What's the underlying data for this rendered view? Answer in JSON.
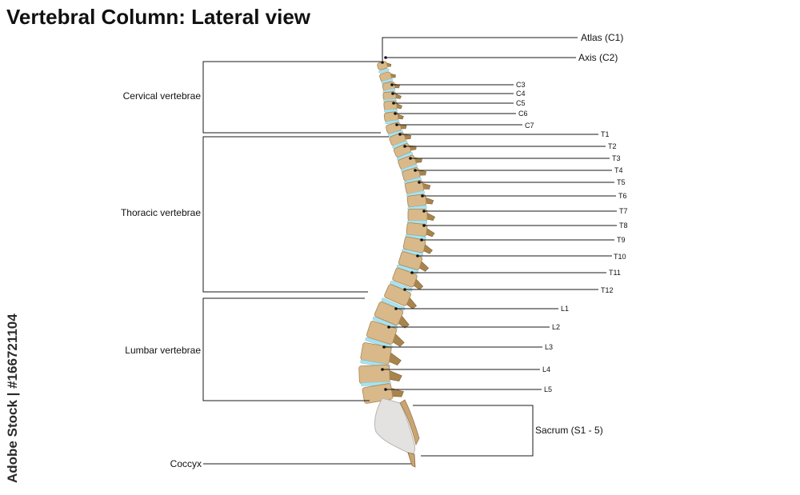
{
  "title": "Vertebral Column: Lateral view",
  "watermark": "Adobe Stock | #166721104",
  "regions": {
    "cervical": "Cervical vertebrae",
    "thoracic": "Thoracic vertebrae",
    "lumbar": "Lumbar vertebrae",
    "sacrum": "Sacrum (S1 - 5)",
    "coccyx": "Coccyx"
  },
  "labels": {
    "atlas": "Atlas (C1)",
    "axis": "Axis (C2)",
    "c3": "C3",
    "c4": "C4",
    "c5": "C5",
    "c6": "C6",
    "c7": "C7",
    "t1": "T1",
    "t2": "T2",
    "t3": "T3",
    "t4": "T4",
    "t5": "T5",
    "t6": "T6",
    "t7": "T7",
    "t8": "T8",
    "t9": "T9",
    "t10": "T10",
    "t11": "T11",
    "t12": "T12",
    "l1": "L1",
    "l2": "L2",
    "l3": "L3",
    "l4": "L4",
    "l5": "L5"
  },
  "colors": {
    "bone": "#d9b98a",
    "bone_dark": "#a8844e",
    "disc": "#a9e2f0",
    "sacrum": "#e4e2e0"
  }
}
